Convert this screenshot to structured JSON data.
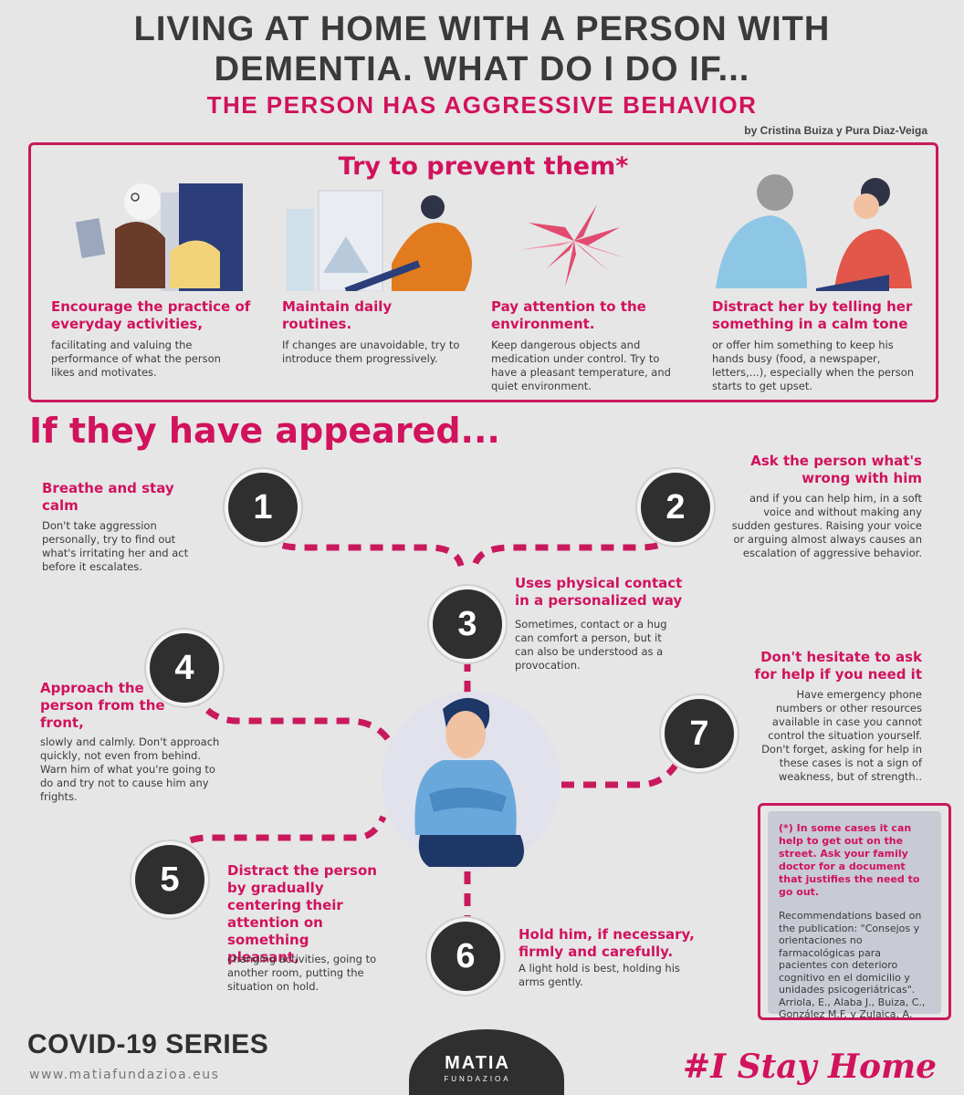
{
  "header": {
    "title_line1": "LIVING AT HOME WITH A PERSON WITH",
    "title_line2": "DEMENTIA. WHAT DO I DO IF...",
    "subtitle": "THE PERSON HAS AGGRESSIVE BEHAVIOR",
    "authors": "by Cristina Buiza y Pura Diaz-Veiga"
  },
  "prevent": {
    "title": "Try to prevent them*",
    "items": [
      {
        "head": "Encourage the practice of everyday activities,",
        "text": "facilitating and valuing the performance of what the person likes and motivates.",
        "icon": "reading-woman-illustration"
      },
      {
        "head": "Maintain daily routines.",
        "text": "If changes are unavoidable, try to introduce them progressively.",
        "icon": "painting-woman-illustration"
      },
      {
        "head": "Pay attention to the environment.",
        "text": "Keep dangerous objects and medication under control. Try to have a pleasant temperature, and quiet environment.",
        "icon": "plant-illustration"
      },
      {
        "head": "Distract her by telling her something in a calm tone",
        "text": "or offer him something to keep his hands busy (food, a newspaper, letters,...), especially when the person starts to get upset.",
        "icon": "conversation-illustration"
      }
    ]
  },
  "appeared": {
    "title": "If they have appeared...",
    "steps": [
      {
        "num": "1",
        "head": "Breathe and stay calm",
        "text": "Don't take aggression personally, try to find out what's irritating her and act before it escalates."
      },
      {
        "num": "2",
        "head": "Ask the person what's wrong with him",
        "text": "and if you can help him, in a soft voice and without making any sudden gestures. Raising your voice or arguing almost always causes an escalation of aggressive behavior."
      },
      {
        "num": "3",
        "head": "Uses physical contact in a personalized way",
        "text": "Sometimes, contact or a hug can comfort a person, but it can also be understood as a provocation."
      },
      {
        "num": "4",
        "head": "Approach the person from the front,",
        "text": "slowly and calmly. Don't approach quickly, not even from behind. Warn him of what you're going to do and try not to cause him any frights."
      },
      {
        "num": "5",
        "head": "Distract the person by gradually centering their attention on something pleasant,",
        "text": "changing activities, going to another room, putting the situation on hold."
      },
      {
        "num": "6",
        "head": "Hold him, if necessary, firmly and carefully.",
        "text": "A light hold is best, holding his arms gently."
      },
      {
        "num": "7",
        "head": "Don't hesitate to ask for help if you need it",
        "text": "Have emergency phone numbers or other resources available in case you cannot control the situation yourself. Don't forget, asking for help in these cases is not a sign of weakness, but of strength.."
      }
    ]
  },
  "note": {
    "strong": "(*) In some cases it can help to get out on the street. Ask your family doctor for a document that justifies the need to go out.",
    "text": "Recommendations based on the publication: \"Consejos y orientaciones no farmacológicas para pacientes con deterioro cognitivo en el domicilio y unidades psicogeriátricas\". Arriola, E., Alaba J., Buiza, C., González M.F. y Zulaica, A."
  },
  "footer": {
    "series": "COVID-19 SERIES",
    "website": "www.matiafundazioa.eus",
    "logo_main": "MATIA",
    "logo_sub": "FUNDAZIOA",
    "hashtag": "#I Stay Home"
  },
  "colors": {
    "accent": "#d1125d",
    "dark": "#2f2f2f",
    "background": "#e6e6e6"
  }
}
